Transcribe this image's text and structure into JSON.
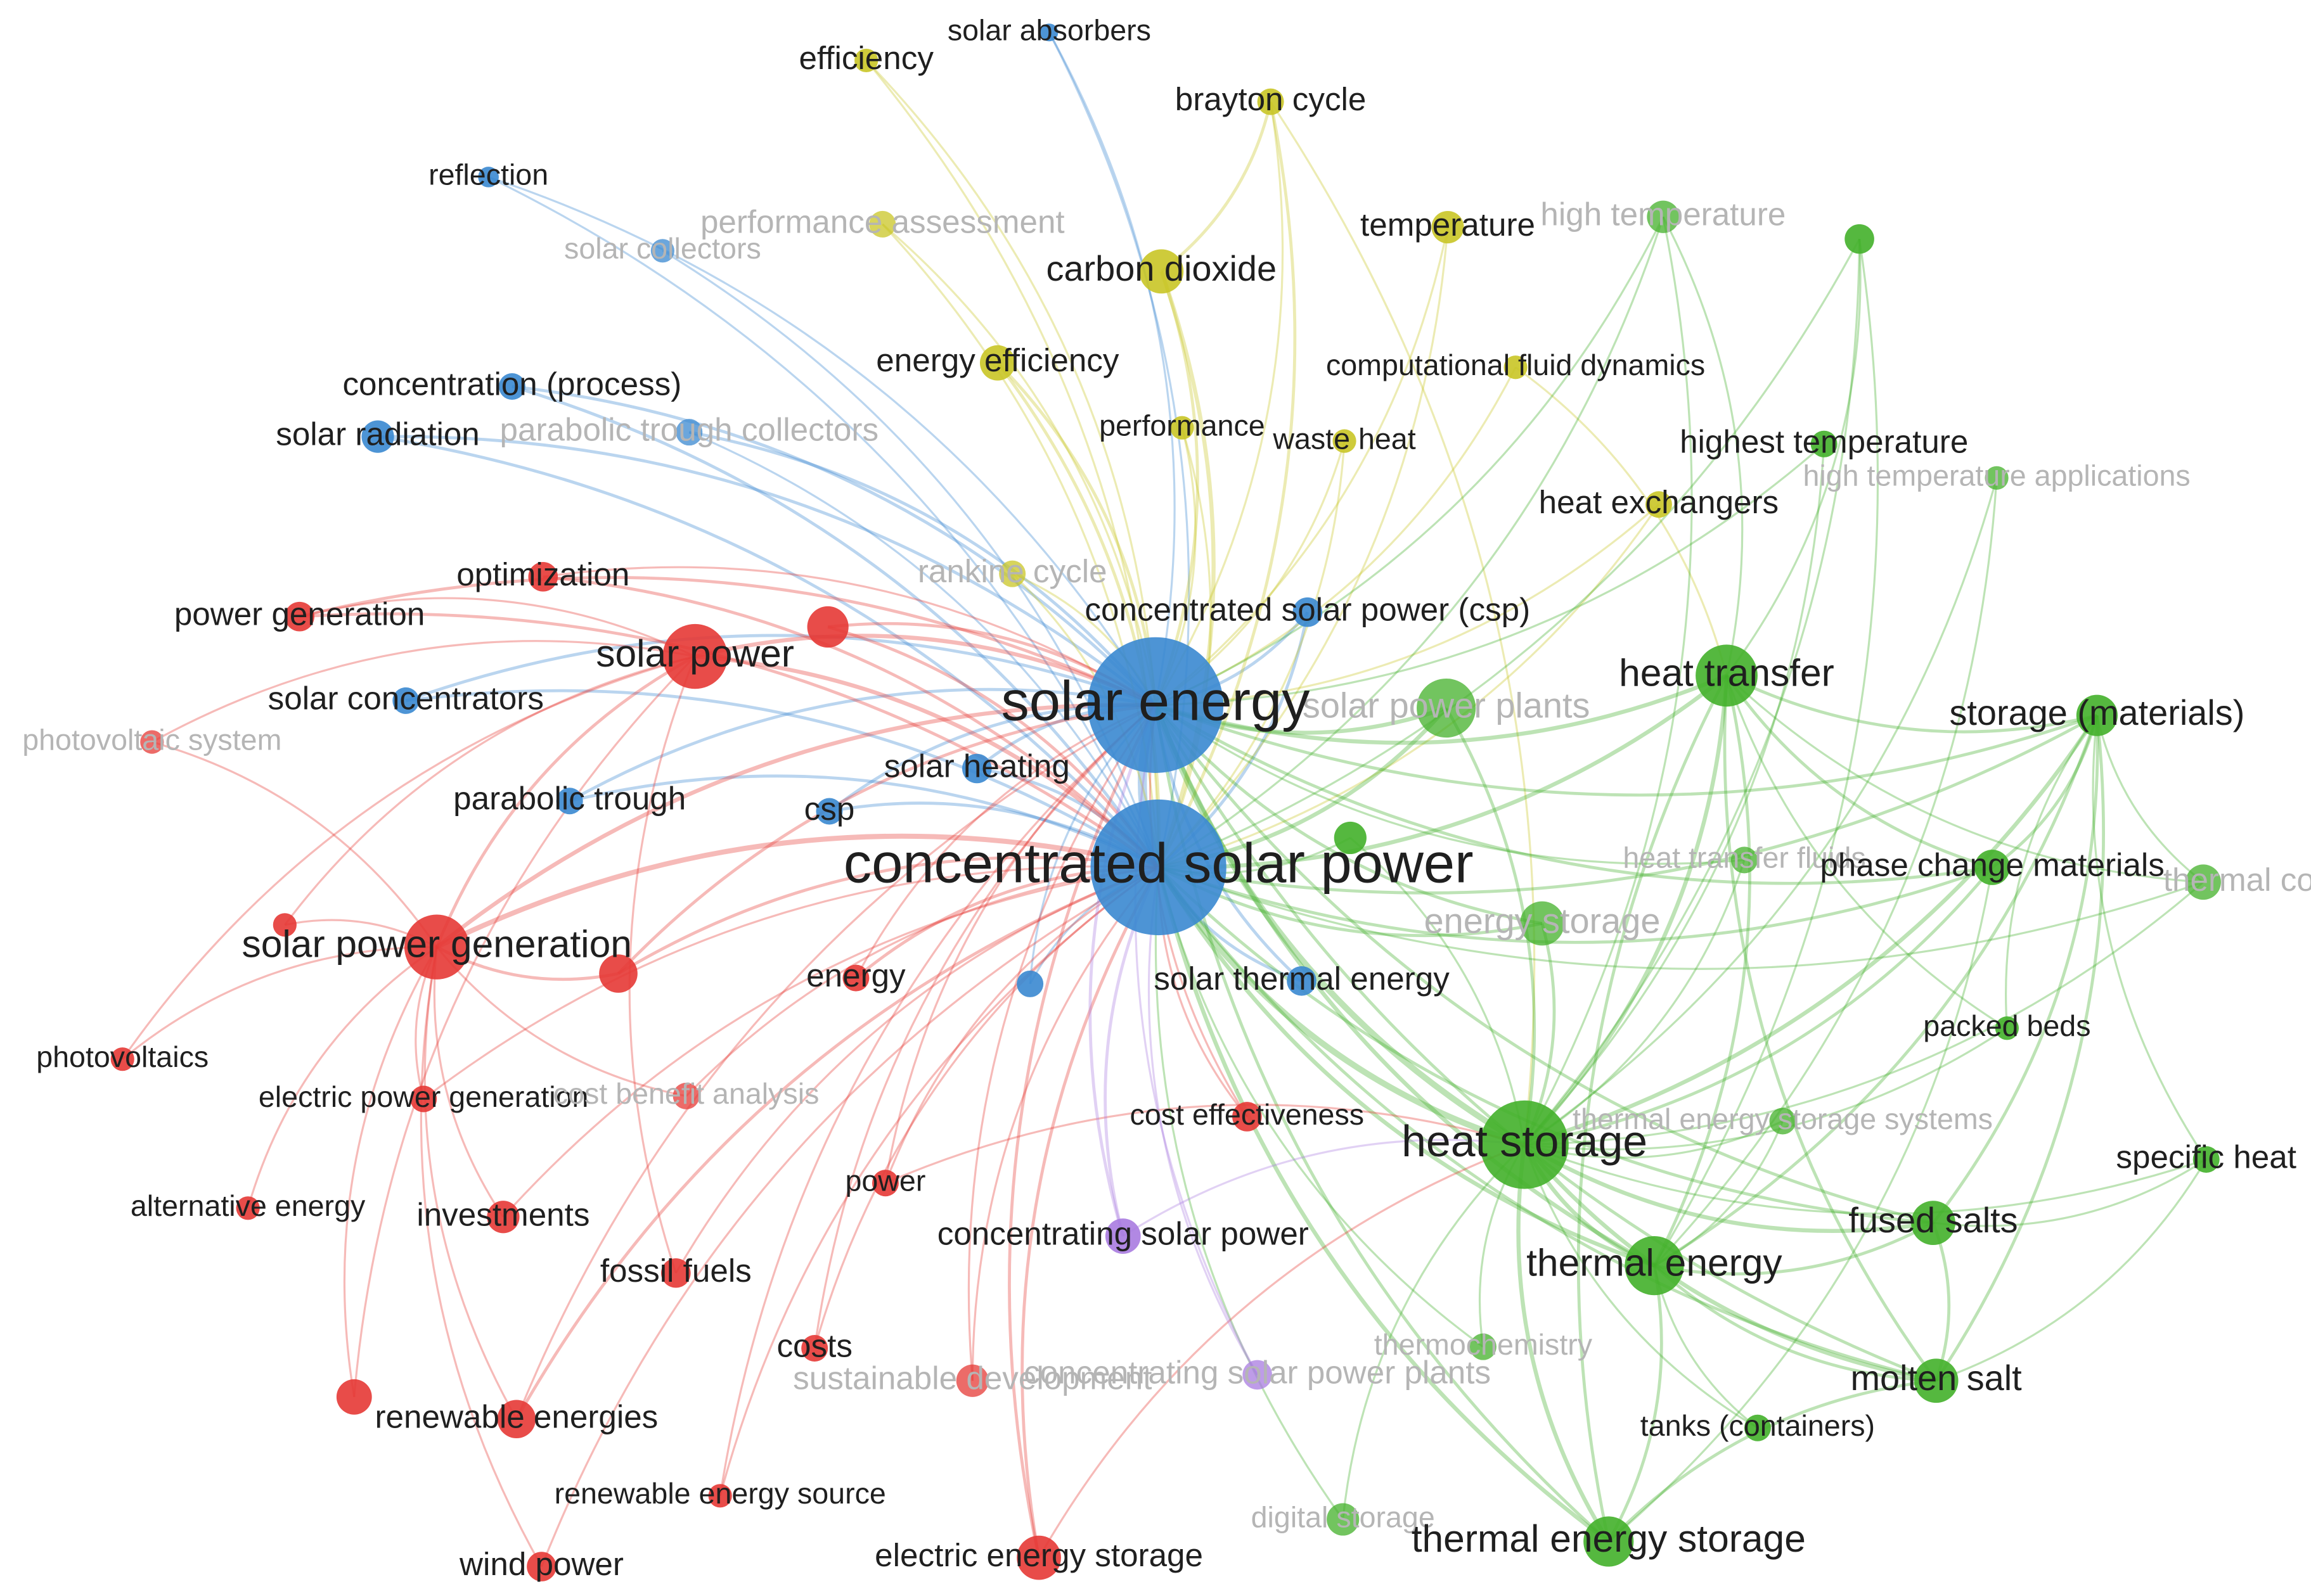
{
  "clusters": {
    "red": {
      "color": "#e53935"
    },
    "green": {
      "color": "#43b02a"
    },
    "blue": {
      "color": "#3a88d0"
    },
    "yellow": {
      "color": "#c9c526"
    },
    "purple": {
      "color": "#a87be0"
    }
  },
  "nodes": [
    {
      "id": "solar-energy",
      "label": "solar energy",
      "cluster": "blue",
      "weight": 10,
      "faded": false
    },
    {
      "id": "concentrated-solar-power",
      "label": "concentrated solar power",
      "cluster": "blue",
      "weight": 10,
      "faded": false
    },
    {
      "id": "solar-absorbers",
      "label": "solar absorbers",
      "cluster": "blue",
      "weight": 2,
      "faded": false
    },
    {
      "id": "reflection",
      "label": "reflection",
      "cluster": "blue",
      "weight": 2,
      "faded": false
    },
    {
      "id": "solar-collectors",
      "label": "solar collectors",
      "cluster": "blue",
      "weight": 2,
      "faded": true
    },
    {
      "id": "concentration-process",
      "label": "concentration (process)",
      "cluster": "blue",
      "weight": 3,
      "faded": false
    },
    {
      "id": "solar-radiation",
      "label": "solar radiation",
      "cluster": "blue",
      "weight": 3,
      "faded": false
    },
    {
      "id": "parabolic-trough-collectors",
      "label": "parabolic trough collectors",
      "cluster": "blue",
      "weight": 3,
      "faded": true
    },
    {
      "id": "solar-concentrators",
      "label": "solar concentrators",
      "cluster": "blue",
      "weight": 3,
      "faded": false
    },
    {
      "id": "parabolic-trough",
      "label": "parabolic trough",
      "cluster": "blue",
      "weight": 3,
      "faded": false
    },
    {
      "id": "solar-heating",
      "label": "solar heating",
      "cluster": "blue",
      "weight": 3,
      "faded": false
    },
    {
      "id": "csp",
      "label": "csp",
      "cluster": "blue",
      "weight": 3,
      "faded": false
    },
    {
      "id": "concentrated-solar-power-csp",
      "label": "concentrated solar power (csp)",
      "cluster": "blue",
      "weight": 3,
      "faded": false
    },
    {
      "id": "solar-thermal-energy",
      "label": "solar thermal energy",
      "cluster": "blue",
      "weight": 3,
      "faded": false
    },
    {
      "id": "blue-unlabeled",
      "label": "",
      "cluster": "blue",
      "weight": 3,
      "faded": false
    },
    {
      "id": "efficiency",
      "label": "efficiency",
      "cluster": "yellow",
      "weight": 2,
      "faded": false
    },
    {
      "id": "brayton-cycle",
      "label": "brayton cycle",
      "cluster": "yellow",
      "weight": 3,
      "faded": false
    },
    {
      "id": "performance-assessment",
      "label": "performance assessment",
      "cluster": "yellow",
      "weight": 3,
      "faded": true
    },
    {
      "id": "temperature",
      "label": "temperature",
      "cluster": "yellow",
      "weight": 3,
      "faded": false
    },
    {
      "id": "carbon-dioxide",
      "label": "carbon dioxide",
      "cluster": "yellow",
      "weight": 5,
      "faded": false
    },
    {
      "id": "energy-efficiency",
      "label": "energy efficiency",
      "cluster": "yellow",
      "weight": 4,
      "faded": false
    },
    {
      "id": "computational-fluid-dynamics",
      "label": "computational fluid dynamics",
      "cluster": "yellow",
      "weight": 2,
      "faded": false
    },
    {
      "id": "performance",
      "label": "performance",
      "cluster": "yellow",
      "weight": 2,
      "faded": false
    },
    {
      "id": "waste-heat",
      "label": "waste heat",
      "cluster": "yellow",
      "weight": 2,
      "faded": false
    },
    {
      "id": "heat-exchangers",
      "label": "heat exchangers",
      "cluster": "yellow",
      "weight": 3,
      "faded": false
    },
    {
      "id": "rankine-cycle",
      "label": "rankine cycle",
      "cluster": "yellow",
      "weight": 3,
      "faded": true
    },
    {
      "id": "high-temperature",
      "label": "high temperature",
      "cluster": "green",
      "weight": 3,
      "faded": true
    },
    {
      "id": "green-unlabeled-top",
      "label": "",
      "cluster": "green",
      "weight": 3,
      "faded": false
    },
    {
      "id": "highest-temperature",
      "label": "highest temperature",
      "cluster": "green",
      "weight": 3,
      "faded": false
    },
    {
      "id": "high-temperature-applications",
      "label": "high temperature applications",
      "cluster": "green",
      "weight": 2,
      "faded": true
    },
    {
      "id": "solar-power-plants",
      "label": "solar power plants",
      "cluster": "green",
      "weight": 5,
      "faded": true
    },
    {
      "id": "heat-transfer",
      "label": "heat transfer",
      "cluster": "green",
      "weight": 6,
      "faded": false
    },
    {
      "id": "storage-materials",
      "label": "storage (materials)",
      "cluster": "green",
      "weight": 5,
      "faded": false
    },
    {
      "id": "green-unlabeled-mid",
      "label": "",
      "cluster": "green",
      "weight": 3,
      "faded": false
    },
    {
      "id": "heat-transfer-fluids",
      "label": "heat transfer fluids",
      "cluster": "green",
      "weight": 2,
      "faded": true
    },
    {
      "id": "phase-change-materials",
      "label": "phase change materials",
      "cluster": "green",
      "weight": 4,
      "faded": false
    },
    {
      "id": "thermal-conductivity",
      "label": "thermal conductivity",
      "cluster": "green",
      "weight": 3,
      "faded": true
    },
    {
      "id": "energy-storage",
      "label": "energy storage",
      "cluster": "green",
      "weight": 4,
      "faded": true
    },
    {
      "id": "packed-beds",
      "label": "packed beds",
      "cluster": "green",
      "weight": 2,
      "faded": false
    },
    {
      "id": "heat-storage",
      "label": "heat storage",
      "cluster": "green",
      "weight": 8,
      "faded": false
    },
    {
      "id": "thermal-energy-storage-systems",
      "label": "thermal energy storage systems",
      "cluster": "green",
      "weight": 2,
      "faded": true
    },
    {
      "id": "specific-heat",
      "label": "specific heat",
      "cluster": "green",
      "weight": 2,
      "faded": false
    },
    {
      "id": "fused-salts",
      "label": "fused salts",
      "cluster": "green",
      "weight": 4,
      "faded": false
    },
    {
      "id": "thermal-energy",
      "label": "thermal energy",
      "cluster": "green",
      "weight": 5,
      "faded": false
    },
    {
      "id": "thermochemistry",
      "label": "thermochemistry",
      "cluster": "green",
      "weight": 2,
      "faded": true
    },
    {
      "id": "molten-salt",
      "label": "molten salt",
      "cluster": "green",
      "weight": 4,
      "faded": false
    },
    {
      "id": "tanks-containers",
      "label": "tanks (containers)",
      "cluster": "green",
      "weight": 2,
      "faded": false
    },
    {
      "id": "digital-storage",
      "label": "digital storage",
      "cluster": "green",
      "weight": 3,
      "faded": true
    },
    {
      "id": "thermal-energy-storage",
      "label": "thermal energy storage",
      "cluster": "green",
      "weight": 5,
      "faded": false
    },
    {
      "id": "optimization",
      "label": "optimization",
      "cluster": "red",
      "weight": 3,
      "faded": false
    },
    {
      "id": "power-generation",
      "label": "power generation",
      "cluster": "red",
      "weight": 3,
      "faded": false
    },
    {
      "id": "solar-power",
      "label": "solar power",
      "cluster": "red",
      "weight": 6,
      "faded": false
    },
    {
      "id": "red-unlabeled-top",
      "label": "",
      "cluster": "red",
      "weight": 4,
      "faded": false
    },
    {
      "id": "photovoltaic-system",
      "label": "photovoltaic system",
      "cluster": "red",
      "weight": 2,
      "faded": true
    },
    {
      "id": "solar-power-generation",
      "label": "solar power generation",
      "cluster": "red",
      "weight": 7,
      "faded": false
    },
    {
      "id": "red-unlabeled-left",
      "label": "",
      "cluster": "red",
      "weight": 2,
      "faded": false
    },
    {
      "id": "red-unlabeled-mid",
      "label": "",
      "cluster": "red",
      "weight": 4,
      "faded": false
    },
    {
      "id": "energy",
      "label": "energy",
      "cluster": "red",
      "weight": 3,
      "faded": false
    },
    {
      "id": "photovoltaics",
      "label": "photovoltaics",
      "cluster": "red",
      "weight": 2,
      "faded": false
    },
    {
      "id": "electric-power-generation",
      "label": "electric power generation",
      "cluster": "red",
      "weight": 2,
      "faded": false
    },
    {
      "id": "cost-benefit-analysis",
      "label": "cost benefit analysis",
      "cluster": "red",
      "weight": 2,
      "faded": true
    },
    {
      "id": "cost-effectiveness",
      "label": "cost effectiveness",
      "cluster": "red",
      "weight": 3,
      "faded": false
    },
    {
      "id": "alternative-energy",
      "label": "alternative energy",
      "cluster": "red",
      "weight": 2,
      "faded": false
    },
    {
      "id": "investments",
      "label": "investments",
      "cluster": "red",
      "weight": 3,
      "faded": false
    },
    {
      "id": "power",
      "label": "power",
      "cluster": "red",
      "weight": 3,
      "faded": false
    },
    {
      "id": "fossil-fuels",
      "label": "fossil fuels",
      "cluster": "red",
      "weight": 3,
      "faded": false
    },
    {
      "id": "costs",
      "label": "costs",
      "cluster": "red",
      "weight": 3,
      "faded": false
    },
    {
      "id": "sustainable-development",
      "label": "sustainable development",
      "cluster": "red",
      "weight": 3,
      "faded": true
    },
    {
      "id": "red-unlabeled-bottom-left",
      "label": "",
      "cluster": "red",
      "weight": 4,
      "faded": false
    },
    {
      "id": "renewable-energies",
      "label": "renewable energies",
      "cluster": "red",
      "weight": 4,
      "faded": false
    },
    {
      "id": "renewable-energy-source",
      "label": "renewable energy source",
      "cluster": "red",
      "weight": 2,
      "faded": false
    },
    {
      "id": "wind-power",
      "label": "wind power",
      "cluster": "red",
      "weight": 3,
      "faded": false
    },
    {
      "id": "electric-energy-storage",
      "label": "electric energy storage",
      "cluster": "red",
      "weight": 4,
      "faded": false
    },
    {
      "id": "concentrating-solar-power",
      "label": "concentrating solar power",
      "cluster": "purple",
      "weight": 3,
      "faded": false
    },
    {
      "id": "concentrating-solar-power-plants",
      "label": "concentrating solar power plants",
      "cluster": "purple",
      "weight": 3,
      "faded": true
    }
  ]
}
